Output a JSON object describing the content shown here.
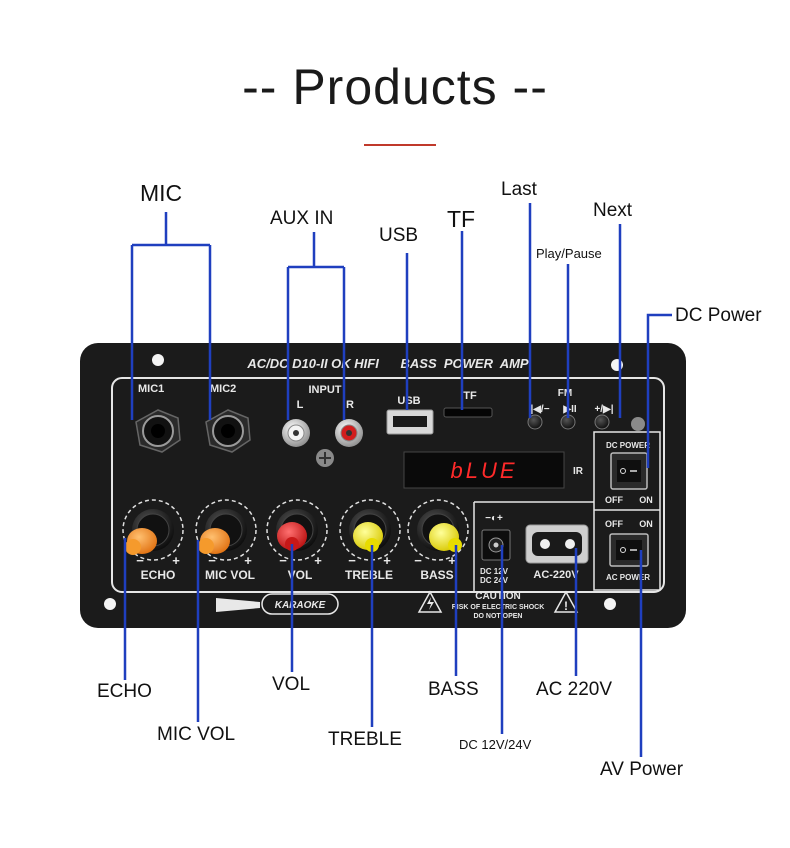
{
  "title": "-- Products --",
  "colors": {
    "accent": "#c0392b",
    "leader": "#1f3fbf",
    "panel": "#1b1b1b",
    "knob_orange": "#f28a1a",
    "knob_red": "#d91c1c",
    "knob_yellow": "#f3e60a",
    "display_red": "#ff2a2a"
  },
  "callouts": {
    "mic": "MIC",
    "aux_in": "AUX IN",
    "usb": "USB",
    "tf": "TF",
    "last": "Last",
    "play_pause": "Play/Pause",
    "next": "Next",
    "dc_power": "DC Power",
    "echo": "ECHO",
    "mic_vol": "MIC VOL",
    "vol": "VOL",
    "treble": "TREBLE",
    "bass": "BASS",
    "dc_12_24": "DC 12V/24V",
    "ac_220": "AC 220V",
    "av_power": "AV Power"
  },
  "panel": {
    "header": "AC/DC D10-II OK HIFI      BASS  POWER  AMP",
    "mic1": "MIC1",
    "mic2": "MIC2",
    "input": "INPUT",
    "left": "L",
    "right": "R",
    "usb": "USB",
    "tf": "TF",
    "fm": "FM",
    "prev": "|◀/−",
    "play": "▶II",
    "nextbtn": "+/▶|",
    "display": "bLUE",
    "ir": "IR",
    "knobs": {
      "echo": "ECHO",
      "mic_vol": "MIC VOL",
      "vol": "VOL",
      "treble": "TREBLE",
      "bass": "BASS"
    },
    "minus": "−",
    "plus": "+",
    "dc_power_label": "DC POWER",
    "off": "OFF",
    "on": "ON",
    "ac_power_label": "AC POWER",
    "dc_jack": "DC 12V\nDC 24V",
    "dc_jack_l1": "DC 12V",
    "dc_jack_l2": "DC 24V",
    "ac_label": "AC-220V",
    "karaoke": "KARAOKE",
    "caution": "CAUTION",
    "caution_sub1": "RISK OF ELECTRIC SHOCK",
    "caution_sub2": "DO NOT OPEN"
  }
}
